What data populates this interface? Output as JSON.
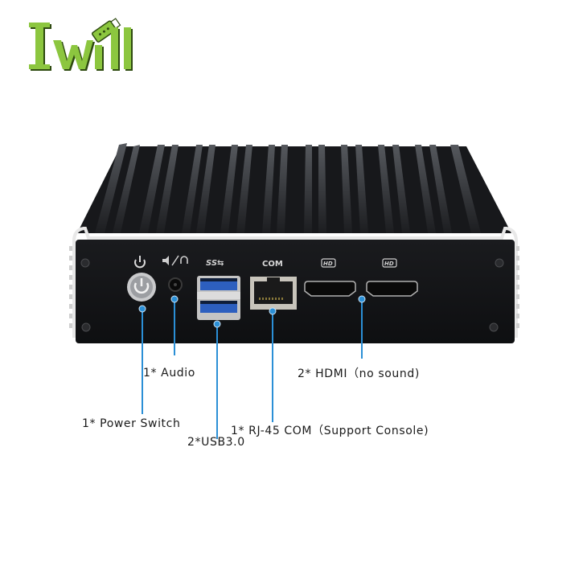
{
  "brand": {
    "name": "Iwill",
    "logo_text": "Iwill",
    "logo_color": "#8cc63f",
    "logo_shadow_color": "#2e4a10"
  },
  "product": {
    "description": "Fanless mini PC front panel",
    "chassis_color": "#141517",
    "fin_color": "#3a3c40",
    "trim_color": "#e8e8e8",
    "callout_color": "#2b8fd6",
    "panel_icons": {
      "power": "power-icon",
      "audio": "speaker-headphone-icon",
      "usb": "SS⇆",
      "com": "COM",
      "hdmi_1": "HD",
      "hdmi_2": "HD"
    }
  },
  "callouts": [
    {
      "id": "power",
      "text": "1* Power Switch"
    },
    {
      "id": "audio",
      "text": "1* Audio"
    },
    {
      "id": "usb",
      "text": "2*USB3.0"
    },
    {
      "id": "rj45",
      "text": "1* RJ-45 COM（Support Console)"
    },
    {
      "id": "hdmi",
      "text": "2* HDMI（no sound)"
    }
  ]
}
